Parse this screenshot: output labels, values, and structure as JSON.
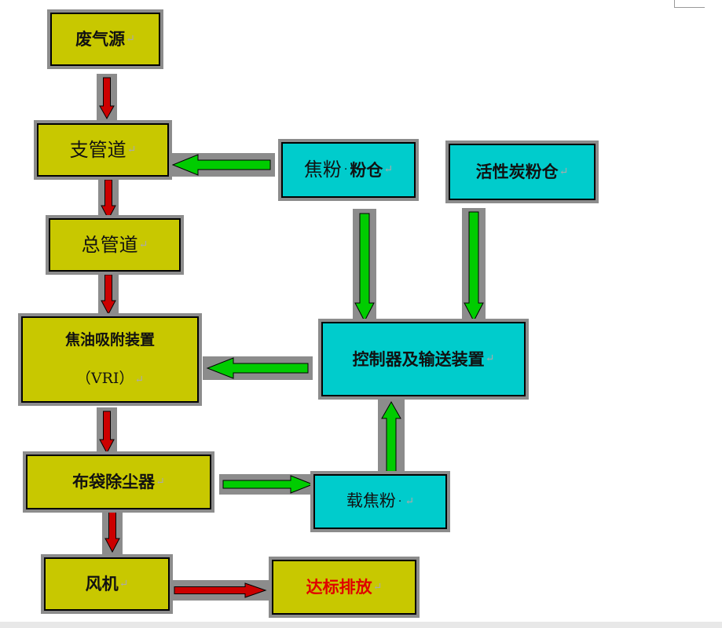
{
  "diagram": {
    "nodes": {
      "source": {
        "label": "废气源",
        "mark": "↵"
      },
      "branch_pipe": {
        "label": "支管道",
        "mark": "↵"
      },
      "coke_silo": {
        "label_a": "焦粉",
        "dot": "·",
        "label_b": "粉仓",
        "mark": "↵"
      },
      "carbon_silo": {
        "label": "活性炭粉仓",
        "mark": "↵"
      },
      "main_pipe": {
        "label": "总管道",
        "mark": "↵"
      },
      "vri": {
        "label_line1": "焦油吸附装置",
        "label_line2": "（VRI）",
        "mark": "↵"
      },
      "controller": {
        "label": "控制器及输送装置",
        "mark": "↵"
      },
      "bag_filter": {
        "label": "布袋除尘器",
        "mark": "↵"
      },
      "loaded_coke": {
        "label": "载焦粉",
        "dot": "·",
        "mark": "↵"
      },
      "fan": {
        "label": "风机",
        "mark": "↵"
      },
      "discharge": {
        "label": "达标排放",
        "mark": "↵"
      }
    },
    "colors": {
      "process_box": "#c8c800",
      "material_box": "#00cccc",
      "gas_flow_arrow": "#cc0000",
      "powder_flow_arrow": "#00cc00",
      "arrow_halo": "#8c8c8c",
      "discharge_text": "#e00000"
    },
    "arrows": [
      {
        "from": "废气源",
        "to": "支管道",
        "kind": "gas"
      },
      {
        "from": "支管道",
        "to": "总管道",
        "kind": "gas"
      },
      {
        "from": "总管道",
        "to": "焦油吸附装置",
        "kind": "gas"
      },
      {
        "from": "焦油吸附装置",
        "to": "布袋除尘器",
        "kind": "gas"
      },
      {
        "from": "布袋除尘器",
        "to": "风机",
        "kind": "gas"
      },
      {
        "from": "风机",
        "to": "达标排放",
        "kind": "gas"
      },
      {
        "from": "焦粉粉仓",
        "to": "支管道",
        "kind": "powder"
      },
      {
        "from": "焦粉粉仓",
        "to": "控制器及输送装置",
        "kind": "powder"
      },
      {
        "from": "活性炭粉仓",
        "to": "控制器及输送装置",
        "kind": "powder"
      },
      {
        "from": "控制器及输送装置",
        "to": "焦油吸附装置",
        "kind": "powder"
      },
      {
        "from": "布袋除尘器",
        "to": "载焦粉",
        "kind": "powder"
      },
      {
        "from": "载焦粉",
        "to": "控制器及输送装置",
        "kind": "powder"
      }
    ]
  }
}
